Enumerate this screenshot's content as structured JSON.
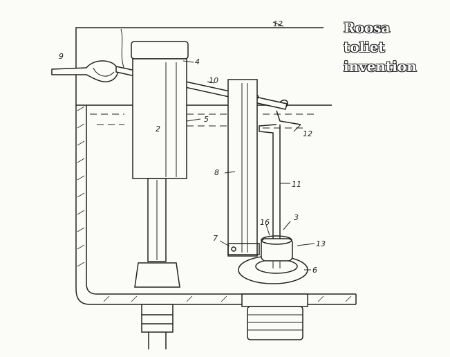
{
  "title_lines": [
    "Roosa",
    "toliet",
    "invention"
  ],
  "labels": {
    "l12": "12",
    "l9": "9",
    "l4": "4",
    "l10": "10",
    "l2": "2",
    "l5": "5",
    "l12b": "12",
    "l8": "8",
    "l11": "11",
    "l3": "3",
    "l16": "16",
    "l13": "13",
    "l7": "7",
    "l6": "6"
  },
  "colors": {
    "ink": "#222222",
    "paper": "#fbfbf8"
  }
}
